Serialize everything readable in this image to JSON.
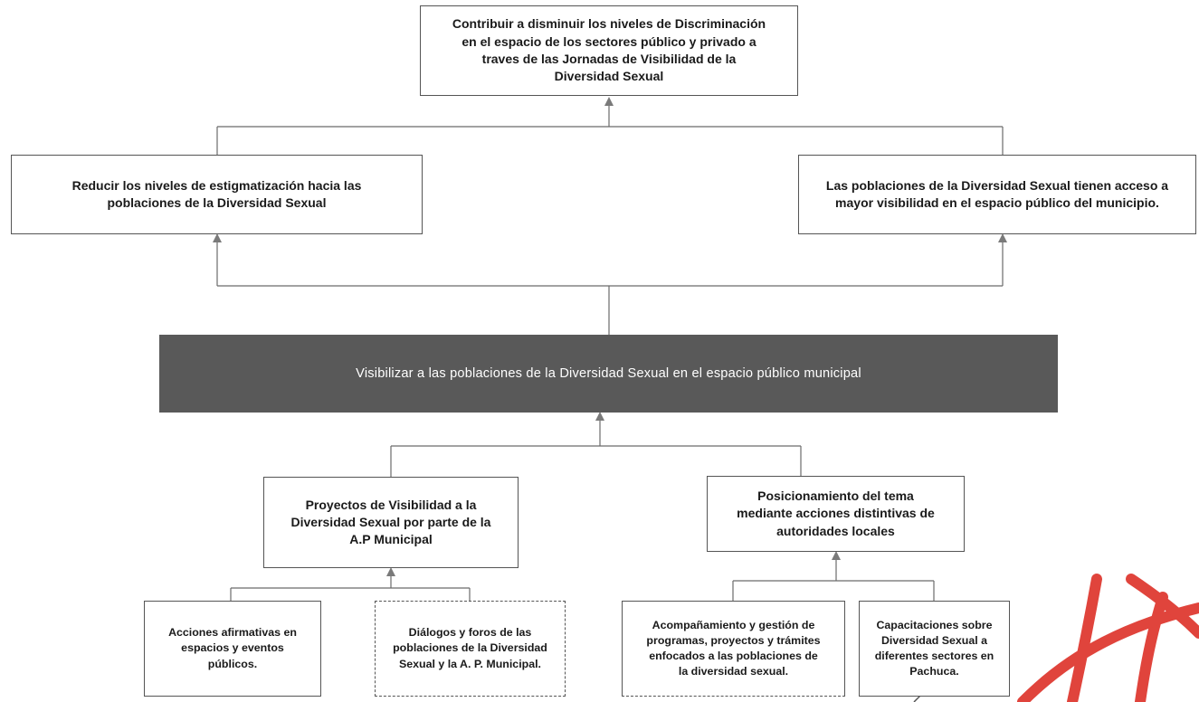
{
  "diagram": {
    "goal": "Contribuir a disminuir los niveles de Discriminación\nen el espacio de los sectores público y privado a\ntraves de las Jornadas de Visibilidad de la\nDiversidad Sexual",
    "purposes": [
      "Reducir los niveles de estigmatización hacia las\npoblaciones de la Diversidad Sexual",
      "Las poblaciones de la Diversidad Sexual tienen acceso a\nmayor visibilidad en el espacio público del municipio."
    ],
    "central": "Visibilizar a las poblaciones de la Diversidad Sexual en el espacio público municipal",
    "components": [
      "Proyectos de Visibilidad a la\nDiversidad Sexual por parte de la\nA.P Municipal",
      "Posicionamiento del tema\nmediante acciones distintivas de\nautoridades locales"
    ],
    "activities": [
      "Acciones afirmativas en\nespacios y eventos\npúblicos.",
      "Diálogos y foros de las\npoblaciones de la Diversidad\nSexual y la A. P. Municipal.",
      "Acompañamiento y gestión de\nprogramas, proyectos y trámites\nenfocados a las poblaciones de\nla diversidad sexual.",
      "Capacitaciones sobre\nDiversidad Sexual a\ndiferentes sectores en\nPachuca."
    ],
    "colors": {
      "central_fill": "#595959",
      "box_border": "#555555",
      "connector": "#6b6b6b",
      "arrowhead": "#7a7a7a",
      "stamp": "#e0443c"
    }
  }
}
